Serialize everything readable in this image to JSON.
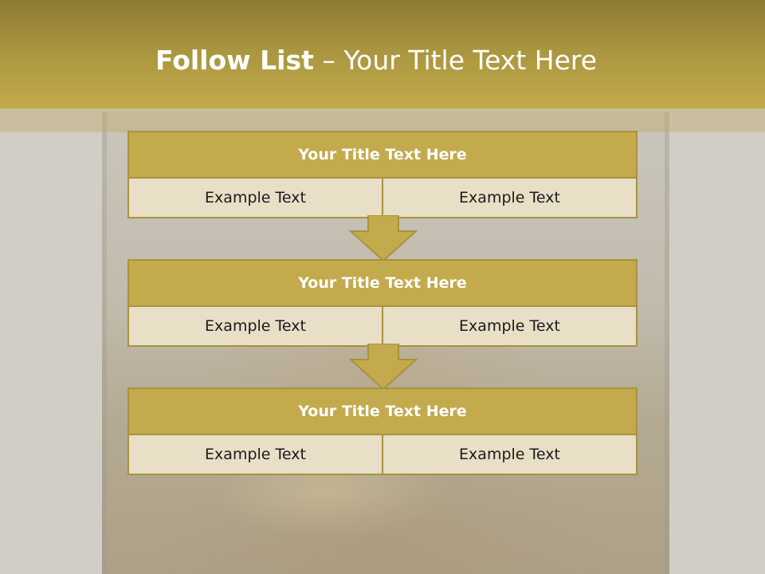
{
  "slide": {
    "title_bold": "Follow List",
    "title_rest": " – Your Title Text Here"
  },
  "colors": {
    "header": "#c3aa4c",
    "border": "#a8923e",
    "cell_bg": "#e8dfc6"
  },
  "steps": [
    {
      "title": "Your Title Text Here",
      "left": "Example Text",
      "right": "Example Text"
    },
    {
      "title": "Your Title Text Here",
      "left": "Example Text",
      "right": "Example Text"
    },
    {
      "title": "Your Title Text Here",
      "left": "Example Text",
      "right": "Example Text"
    }
  ]
}
